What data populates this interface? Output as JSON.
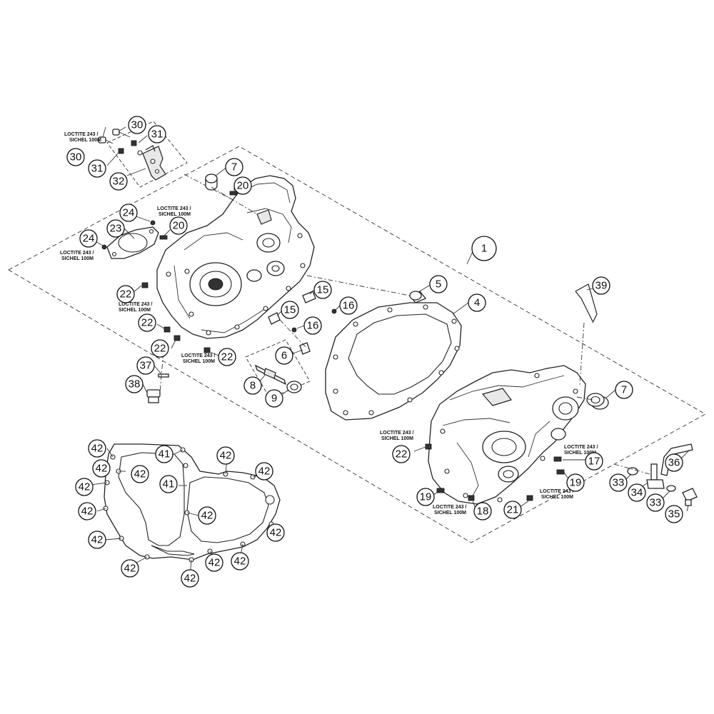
{
  "notes": {
    "loctite_line1": "LOCTITE 243 /",
    "loctite_line2": "SICHEL 100M"
  },
  "callouts": {
    "p1": "1",
    "p4": "4",
    "p5": "5",
    "p6": "6",
    "p7": "7",
    "p8": "8",
    "p9": "9",
    "p15": "15",
    "p16": "16",
    "p17": "17",
    "p18": "18",
    "p19": "19",
    "p20": "20",
    "p21": "21",
    "p22": "22",
    "p23": "23",
    "p24": "24",
    "p30": "30",
    "p31": "31",
    "p32": "32",
    "p33": "33",
    "p34": "34",
    "p35": "35",
    "p36": "36",
    "p37": "37",
    "p38": "38",
    "p39": "39",
    "p41": "41",
    "p42": "42"
  }
}
